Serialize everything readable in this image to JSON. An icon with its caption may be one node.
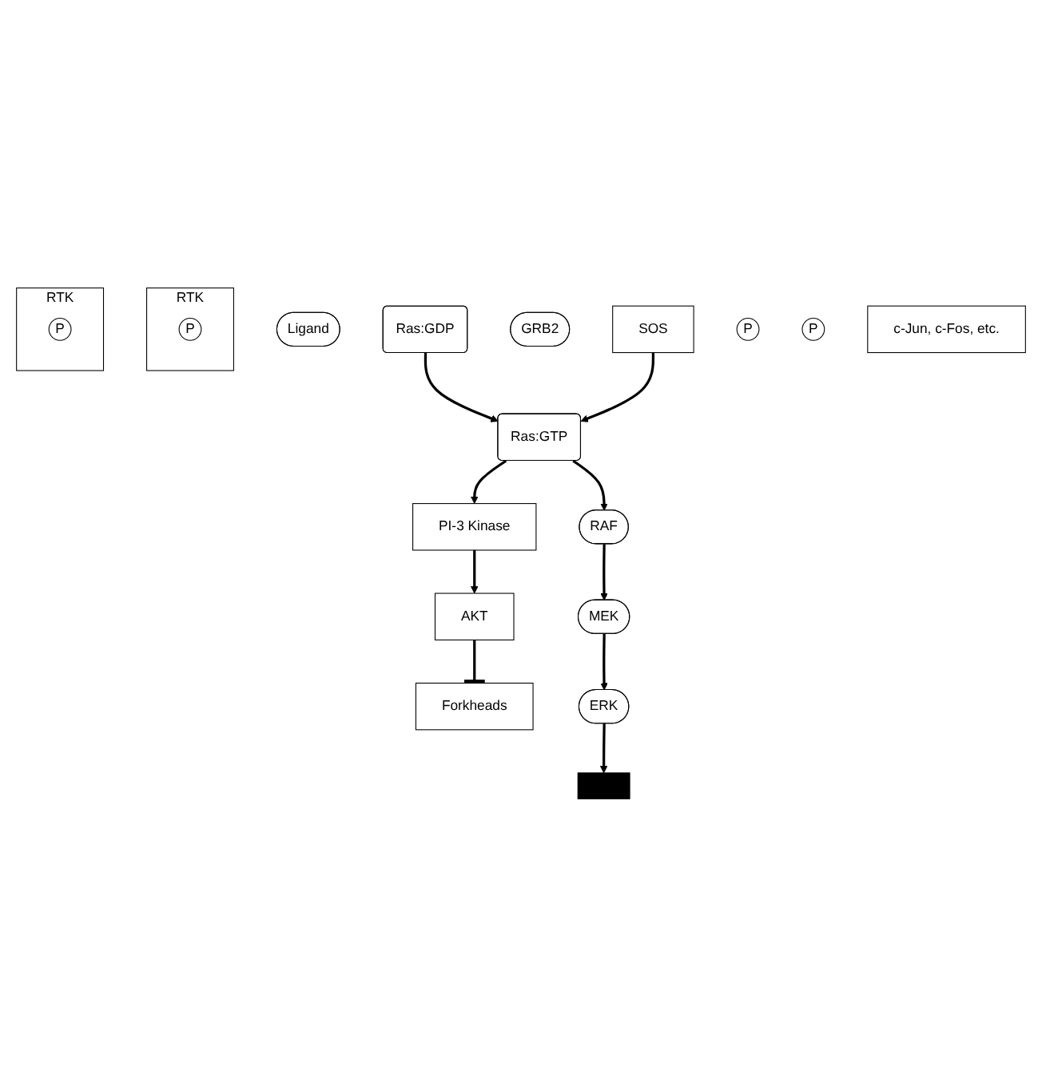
{
  "diagram": {
    "nodes": [
      {
        "text": [
          "Ligand"
        ]
      },
      {
        "text": [
          "RTK"
        ]
      },
      {
        "text": [
          "P"
        ],
        "in": 1
      },
      {
        "text": [
          "RTK"
        ]
      },
      {
        "text": [
          "P"
        ],
        "in": 3
      },
      {
        "text": [
          "Ras:GDP"
        ]
      },
      {
        "text": [
          "Ras:GTP"
        ]
      },
      {
        "text": [
          "GRB2"
        ]
      },
      {
        "text": [
          "SOS"
        ]
      },
      {
        "text": [
          "PI-3 Kinase"
        ]
      },
      {
        "text": [
          "RAF"
        ]
      },
      {
        "text": [
          "AKT"
        ]
      },
      {
        "text": [
          "P"
        ]
      },
      {
        "text": [
          "Forkheads"
        ]
      },
      {
        "text": [
          "P"
        ]
      },
      {
        "text": [
          "c-Jun, c-Fos, etc."
        ]
      },
      {
        "text": [
          "MEK"
        ]
      },
      {
        "text": [
          "ERK"
        ]
      },
      {
        "text": [],
        "shape": "bar"
      }
    ],
    "edges": [
      {
        "from": 5,
        "to": 6,
        "arrow": "to"
      },
      {
        "from": 8,
        "to": 6,
        "arrow": "to"
      },
      {
        "from": 6,
        "to": 9,
        "arrow": "to"
      },
      {
        "from": 6,
        "to": 10,
        "arrow": "to"
      },
      {
        "from": 10,
        "to": 16,
        "arrow": "to"
      },
      {
        "from": 16,
        "to": 17,
        "arrow": "to"
      },
      {
        "from": 17,
        "to": 18,
        "arrow": "to"
      },
      {
        "from": 9,
        "to": 11,
        "arrow": "to"
      },
      {
        "from": 11,
        "to": 13,
        "arrow": "other"
      }
    ]
  }
}
